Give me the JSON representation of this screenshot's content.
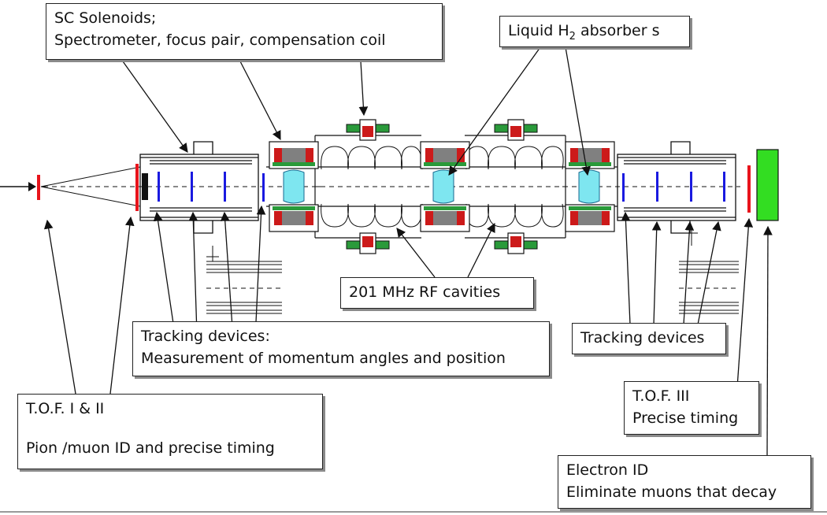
{
  "labels": {
    "sc_solenoids": {
      "line1": "SC Solenoids;",
      "line2": "Spectrometer, focus pair, compensation coil"
    },
    "absorbers": {
      "prefix": "Liquid H",
      "subscript": "2",
      "suffix": " absorber s"
    },
    "rf_cavities": "201 MHz RF cavities",
    "tracking_upstream": {
      "line1": "Tracking devices:",
      "line2": "Measurement of momentum angles and position"
    },
    "tracking_downstream": "Tracking devices",
    "tof_upstream": {
      "line1": "T.O.F. I & II",
      "line2": "Pion /muon ID and precise timing"
    },
    "tof_downstream": {
      "line1": "T.O.F. III",
      "line2": "Precise timing"
    },
    "electron_id": {
      "line1": "Electron ID",
      "line2": "Eliminate muons that decay"
    }
  },
  "colors": {
    "tof": "#e8141c",
    "tracker": "#1a1ae0",
    "absorber": "#7ee6f0",
    "coil": "#cc1a1a",
    "iron": "#808080",
    "green_ring": "#2a9a3a",
    "calorimeter": "#33dd22"
  }
}
